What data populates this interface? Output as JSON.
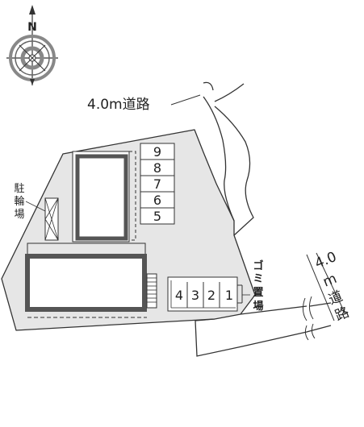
{
  "compass": {
    "north_label": "N"
  },
  "road_top": {
    "label": "4.0m道路"
  },
  "road_right": {
    "label_chars": [
      "4.0",
      "m",
      "道",
      "路"
    ]
  },
  "bicycle_parking": {
    "label_chars": [
      "駐",
      "輪",
      "場"
    ]
  },
  "garbage_area": {
    "label_chars": [
      "ゴ",
      "ミ",
      "置",
      "場"
    ]
  },
  "parking_upper": {
    "spaces": [
      "9",
      "8",
      "7",
      "6",
      "5"
    ]
  },
  "parking_lower": {
    "spaces": [
      "4",
      "3",
      "2",
      "1"
    ]
  },
  "colors": {
    "site": "#e6e6e6",
    "line": "#333333",
    "building_border": "#555555",
    "building_fill": "#ffffff"
  }
}
